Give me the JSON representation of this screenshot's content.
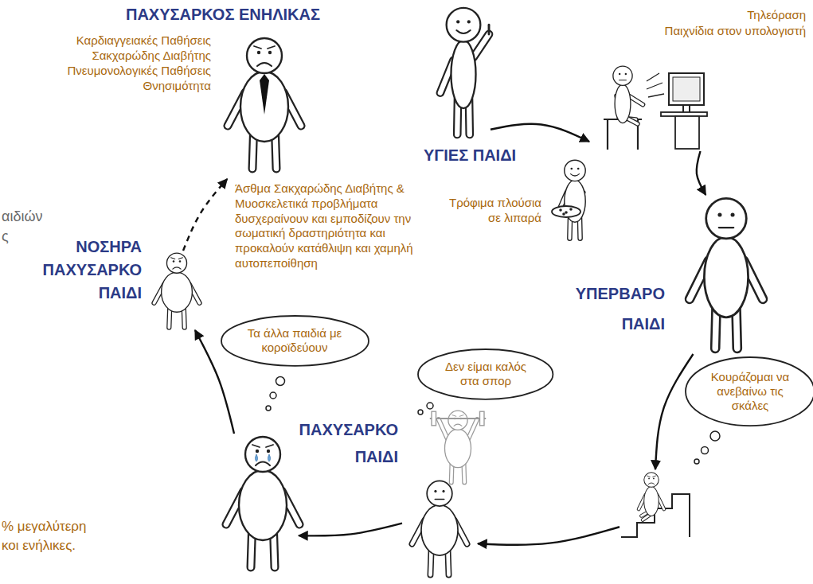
{
  "diagram": {
    "nodes": [
      {
        "text": [
          "ΥΓΙΕΣ ΠΑΙΔΙ"
        ]
      },
      {
        "text": [
          "Τηλεόραση",
          "Παιχνίδια στον υπολογιστή"
        ]
      },
      {
        "text": [
          "Τρόφιμα πλούσια σε λιπαρά"
        ]
      },
      {
        "text": [
          "ΥΠΕΡΒΑΡΟ ΠΑΙΔΙ"
        ]
      },
      {
        "text": [
          "Κουράζομαι να ανεβαίνω τις σκάλες"
        ]
      },
      {
        "text": [
          "Δεν είμαι καλός στα σπορ"
        ]
      },
      {
        "text": [
          "ΠΑΧΥΣΑΡΚΟ ΠΑΙΔΙ"
        ]
      },
      {
        "text": [
          "Τα άλλα παιδιά με κοροϊδεύουν"
        ]
      },
      {
        "text": [
          "ΝΟΣΗΡΑ ΠΑΧΥΣΑΡΚΟ ΠΑΙΔΙ"
        ]
      },
      {
        "text": [
          "ΠΑΧΥΣΑΡΚΟΣ ΕΝΗΛΙΚΑΣ",
          "Καρδιαγγειακές Παθήσεις",
          "Σακχαρώδης Διαβήτης",
          "Πνευμονολογικές Παθήσεις",
          "Θνησιμότητα"
        ]
      }
    ],
    "edges": [
      {
        "from": 0,
        "to": 1,
        "arrow": "to"
      },
      {
        "from": 1,
        "to": 3,
        "arrow": "to"
      },
      {
        "from": 3,
        "to": 4,
        "arrow": "to"
      },
      {
        "from": 4,
        "to": 6,
        "arrow": "to"
      },
      {
        "from": 6,
        "to": 7,
        "arrow": "to"
      },
      {
        "from": 7,
        "to": 8,
        "arrow": "to"
      },
      {
        "from": 8,
        "to": 9,
        "arrow": "to"
      }
    ],
    "labels": [
      "Άσθμα Σακχαρώδης Διαβήτης & Μυοσκελετικά προβλήματα δυσχεραίνουν και εμποδίζουν την σωματική δραστηριότητα και προκαλούν κατάθλιψη και χαμηλή αυτοπεποίθηση",
      "αιδιών",
      "ς",
      "% μεγαλύτερη",
      "κοι ενήλικες."
    ]
  }
}
